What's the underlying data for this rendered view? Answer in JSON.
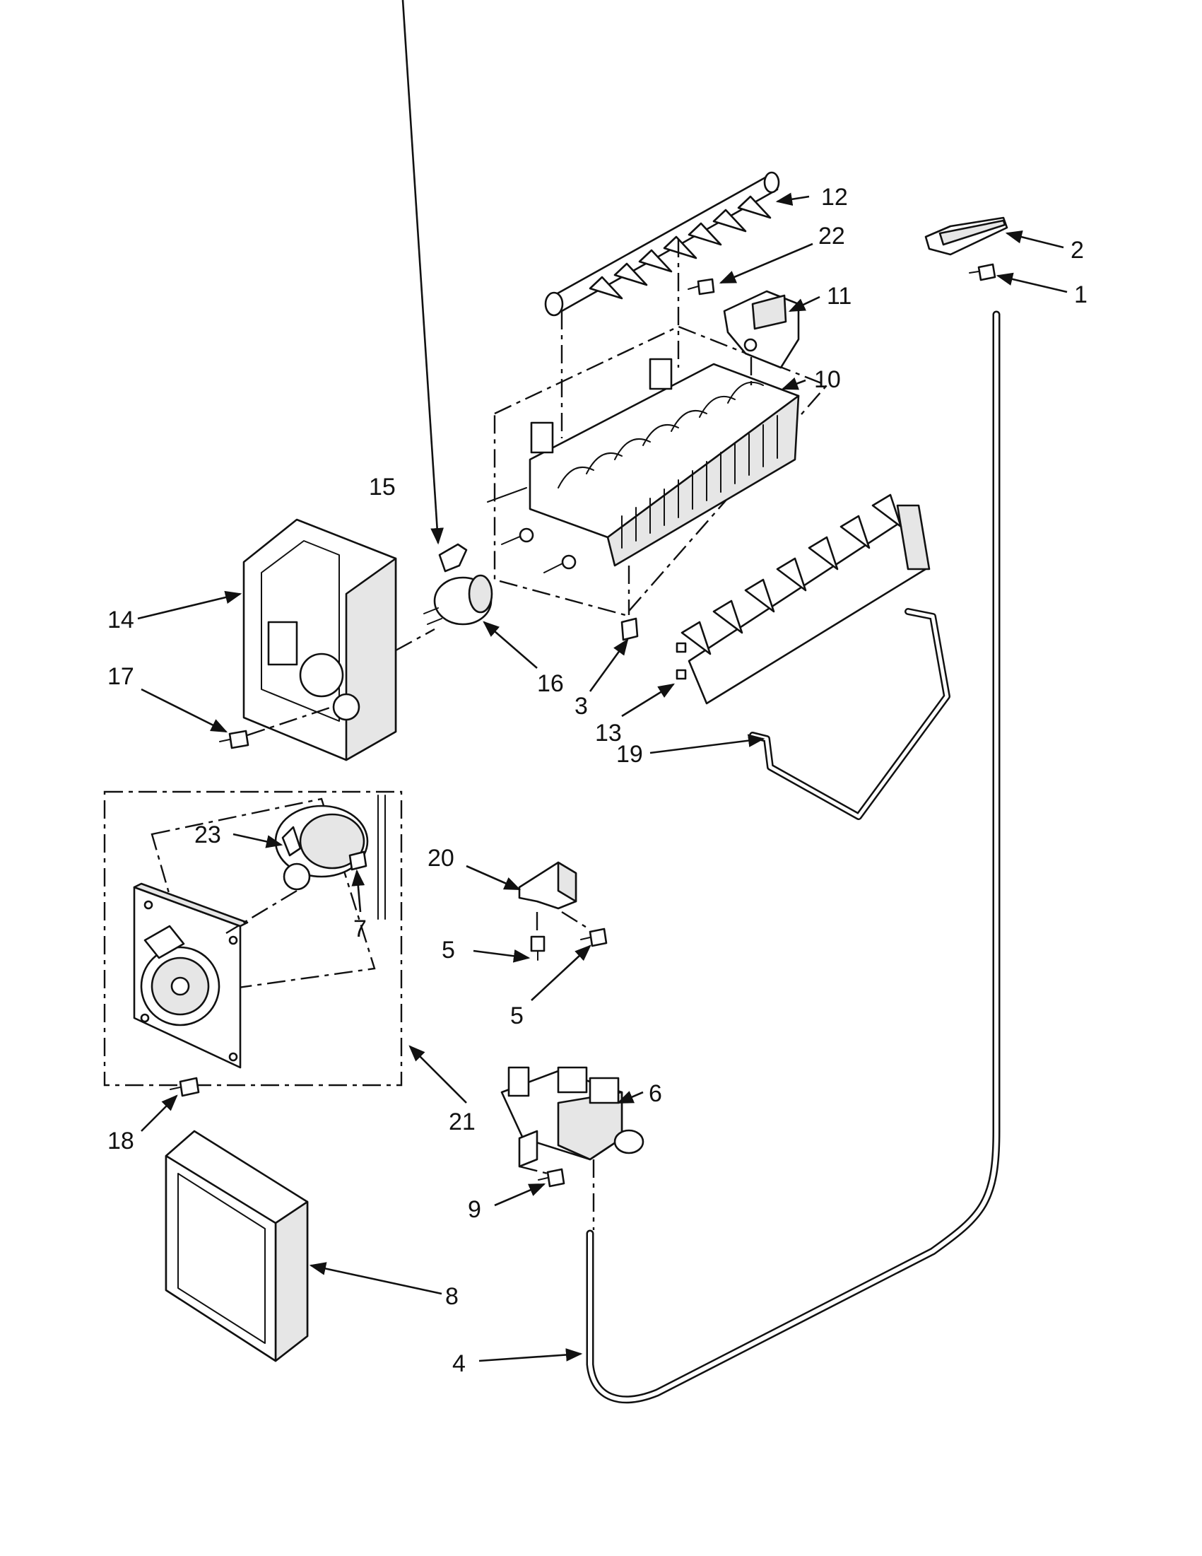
{
  "callouts": [
    {
      "id": "c1",
      "text": "1"
    },
    {
      "id": "c2",
      "text": "2"
    },
    {
      "id": "c3",
      "text": "3"
    },
    {
      "id": "c4",
      "text": "4"
    },
    {
      "id": "c5a",
      "text": "5"
    },
    {
      "id": "c5b",
      "text": "5"
    },
    {
      "id": "c6",
      "text": "6"
    },
    {
      "id": "c7",
      "text": "7"
    },
    {
      "id": "c8",
      "text": "8"
    },
    {
      "id": "c9",
      "text": "9"
    },
    {
      "id": "c10",
      "text": "10"
    },
    {
      "id": "c11",
      "text": "11"
    },
    {
      "id": "c12",
      "text": "12"
    },
    {
      "id": "c13",
      "text": "13"
    },
    {
      "id": "c14",
      "text": "14"
    },
    {
      "id": "c15",
      "text": "15"
    },
    {
      "id": "c16",
      "text": "16"
    },
    {
      "id": "c17",
      "text": "17"
    },
    {
      "id": "c18",
      "text": "18"
    },
    {
      "id": "c19",
      "text": "19"
    },
    {
      "id": "c20",
      "text": "20"
    },
    {
      "id": "c21",
      "text": "21"
    },
    {
      "id": "c22",
      "text": "22"
    },
    {
      "id": "c23",
      "text": "23"
    }
  ]
}
